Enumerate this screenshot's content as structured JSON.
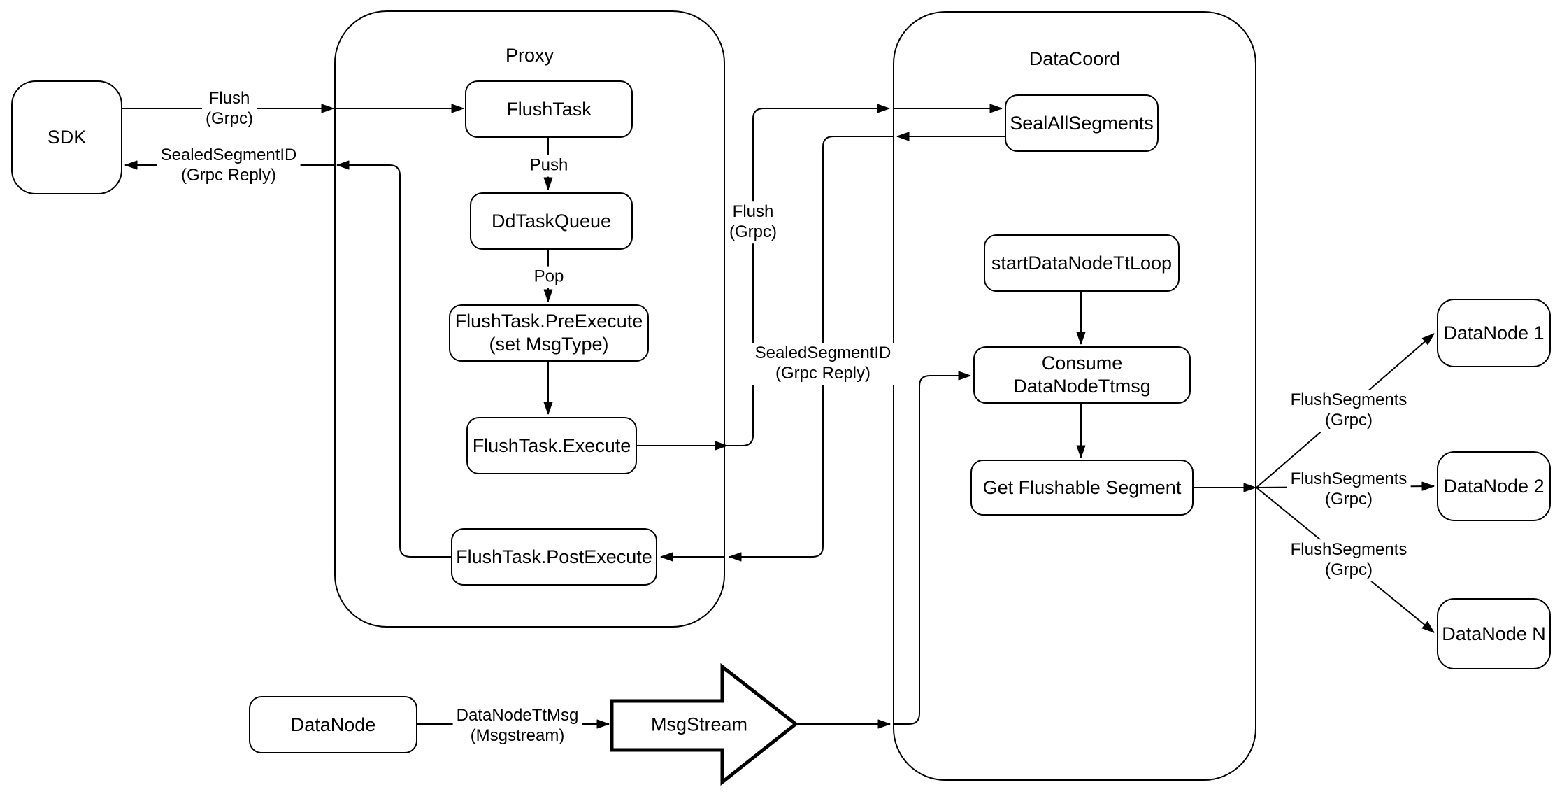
{
  "colors": {
    "stroke": "#000000",
    "background": "#ffffff"
  },
  "containers": {
    "proxy": {
      "title": "Proxy"
    },
    "datacoord": {
      "title": "DataCoord"
    }
  },
  "nodes": {
    "sdk": {
      "label": "SDK"
    },
    "flush_task": {
      "label": "FlushTask"
    },
    "dd_task_queue": {
      "label": "DdTaskQueue"
    },
    "flush_task_pre_execute": {
      "label": "FlushTask.PreExecute",
      "sublabel": "(set MsgType)"
    },
    "flush_task_execute": {
      "label": "FlushTask.Execute"
    },
    "flush_task_post_execute": {
      "label": "FlushTask.PostExecute"
    },
    "seal_all_segments": {
      "label": "SealAllSegments"
    },
    "start_datanode_tt_loop": {
      "label": "startDataNodeTtLoop"
    },
    "consume_datanode_ttmsg": {
      "label": "Consume DataNodeTtmsg"
    },
    "get_flushable_segment": {
      "label": "Get Flushable Segment"
    },
    "datanode_1": {
      "label": "DataNode 1"
    },
    "datanode_2": {
      "label": "DataNode 2"
    },
    "datanode_n": {
      "label": "DataNode N"
    },
    "datanode": {
      "label": "DataNode"
    },
    "msgstream": {
      "label": "MsgStream"
    }
  },
  "edges": {
    "sdk_flush": {
      "line1": "Flush",
      "line2": "(Grpc)"
    },
    "sdk_reply": {
      "line1": "SealedSegmentID",
      "line2": "(Grpc Reply)"
    },
    "push": {
      "label": "Push"
    },
    "pop": {
      "label": "Pop"
    },
    "proxy_flush": {
      "line1": "Flush",
      "line2": "(Grpc)"
    },
    "proxy_reply": {
      "line1": "SealedSegmentID",
      "line2": "(Grpc Reply)"
    },
    "flush_segments_1": {
      "line1": "FlushSegments",
      "line2": "(Grpc)"
    },
    "flush_segments_2": {
      "line1": "FlushSegments",
      "line2": "(Grpc)"
    },
    "flush_segments_3": {
      "line1": "FlushSegments",
      "line2": "(Grpc)"
    },
    "datanode_ttmsg": {
      "line1": "DataNodeTtMsg",
      "line2": "(Msgstream)"
    }
  }
}
